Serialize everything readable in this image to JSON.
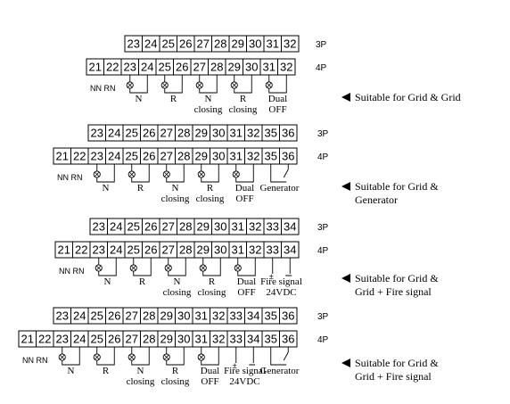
{
  "sections": [
    {
      "row3p": [
        "23",
        "24",
        "25",
        "26",
        "27",
        "28",
        "29",
        "30",
        "31",
        "32"
      ],
      "row4p": [
        "21",
        "22",
        "23",
        "24",
        "25",
        "26",
        "27",
        "28",
        "29",
        "30",
        "31",
        "32"
      ],
      "pole3": "3P",
      "pole4": "4P",
      "nnrn": "NN RN",
      "labels": [
        {
          "lines": [
            "N"
          ]
        },
        {
          "lines": [
            "R"
          ]
        },
        {
          "lines": [
            "N",
            "closing"
          ]
        },
        {
          "lines": [
            "R",
            "closing"
          ]
        },
        {
          "lines": [
            "Dual",
            "OFF"
          ]
        }
      ],
      "note": [
        "Suitable for Grid & Grid"
      ]
    },
    {
      "row3p": [
        "23",
        "24",
        "25",
        "26",
        "27",
        "28",
        "29",
        "30",
        "31",
        "32",
        "35",
        "36"
      ],
      "row4p": [
        "21",
        "22",
        "23",
        "24",
        "25",
        "26",
        "27",
        "28",
        "29",
        "30",
        "31",
        "32",
        "35",
        "36"
      ],
      "pole3": "3P",
      "pole4": "4P",
      "nnrn": "NN RN",
      "labels": [
        {
          "lines": [
            "N"
          ]
        },
        {
          "lines": [
            "R"
          ]
        },
        {
          "lines": [
            "N",
            "closing"
          ]
        },
        {
          "lines": [
            "R",
            "closing"
          ]
        },
        {
          "lines": [
            "Dual",
            "OFF"
          ]
        },
        {
          "lines": [
            "Generator"
          ]
        }
      ],
      "note": [
        "Suitable for Grid &",
        "Generator"
      ]
    },
    {
      "row3p": [
        "23",
        "24",
        "25",
        "26",
        "27",
        "28",
        "29",
        "30",
        "31",
        "32",
        "33",
        "34"
      ],
      "row4p": [
        "21",
        "22",
        "23",
        "24",
        "25",
        "26",
        "27",
        "28",
        "29",
        "30",
        "31",
        "32",
        "33",
        "34"
      ],
      "pole3": "3P",
      "pole4": "4P",
      "nnrn": "NN RN",
      "labels": [
        {
          "lines": [
            "N"
          ]
        },
        {
          "lines": [
            "R"
          ]
        },
        {
          "lines": [
            "N",
            "closing"
          ]
        },
        {
          "lines": [
            "R",
            "closing"
          ]
        },
        {
          "lines": [
            "Dual",
            "OFF"
          ]
        },
        {
          "lines": [
            "Fire signal",
            "24VDC"
          ]
        }
      ],
      "note": [
        "Suitable for Grid &",
        "Grid + Fire signal"
      ]
    },
    {
      "row3p": [
        "23",
        "24",
        "25",
        "26",
        "27",
        "28",
        "29",
        "30",
        "31",
        "32",
        "33",
        "34",
        "35",
        "36"
      ],
      "row4p": [
        "21",
        "22",
        "23",
        "24",
        "25",
        "26",
        "27",
        "28",
        "29",
        "30",
        "31",
        "32",
        "33",
        "34",
        "35",
        "36"
      ],
      "pole3": "3P",
      "pole4": "4P",
      "nnrn": "NN RN",
      "labels": [
        {
          "lines": [
            "N"
          ]
        },
        {
          "lines": [
            "R"
          ]
        },
        {
          "lines": [
            "N",
            "closing"
          ]
        },
        {
          "lines": [
            "R",
            "closing"
          ]
        },
        {
          "lines": [
            "Dual",
            "OFF"
          ]
        },
        {
          "lines": [
            "Fire signal",
            "24VDC"
          ]
        },
        {
          "lines": [
            "Generator"
          ]
        }
      ],
      "note": [
        "Suitable for Grid &",
        "Grid + Fire signal"
      ]
    }
  ],
  "icons": {
    "lamp": "indicator-lamp-icon",
    "fire": "dc-polarity-icon",
    "generator": "switch-contact-icon",
    "pointer": "left-triangle-icon"
  },
  "colors": {
    "line": "#000000",
    "background": "#ffffff"
  }
}
